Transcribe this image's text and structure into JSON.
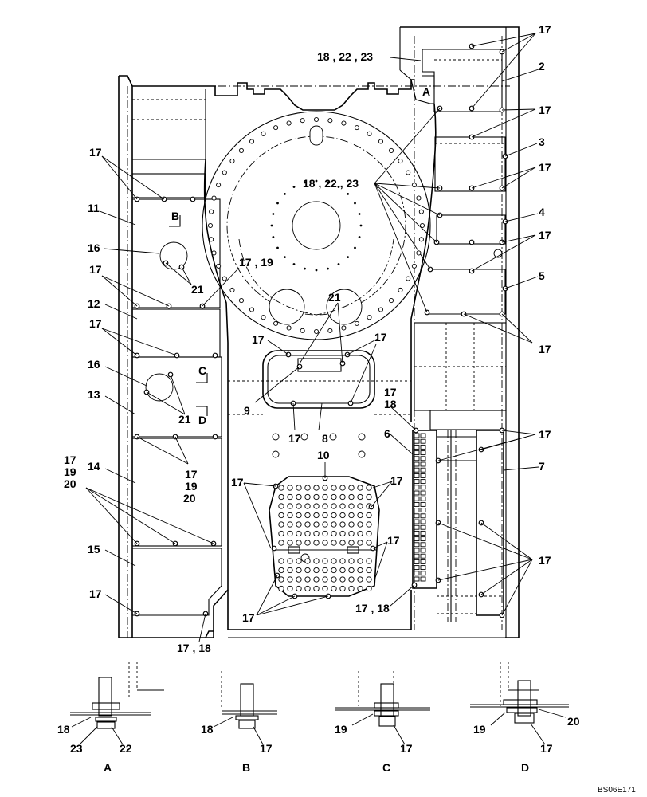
{
  "drawing_code": "BS06E171",
  "detail_views": [
    "A",
    "B",
    "C",
    "D"
  ],
  "section_marks": [
    "A",
    "B",
    "C",
    "D"
  ],
  "labels": {
    "c17": "17",
    "c18_22_23": "18 , 22 , 23",
    "c17_19": "17 , 19",
    "c17_18": "17 , 18",
    "c2": "2",
    "c3": "3",
    "c4": "4",
    "c5": "5",
    "c6": "6",
    "c7": "7",
    "c8": "8",
    "c9": "9",
    "c10": "10",
    "c11": "11",
    "c12": "12",
    "c13": "13",
    "c14": "14",
    "c15": "15",
    "c16": "16",
    "c18": "18",
    "c19": "19",
    "c20": "20",
    "c21": "21",
    "c22": "22",
    "c23": "23"
  }
}
